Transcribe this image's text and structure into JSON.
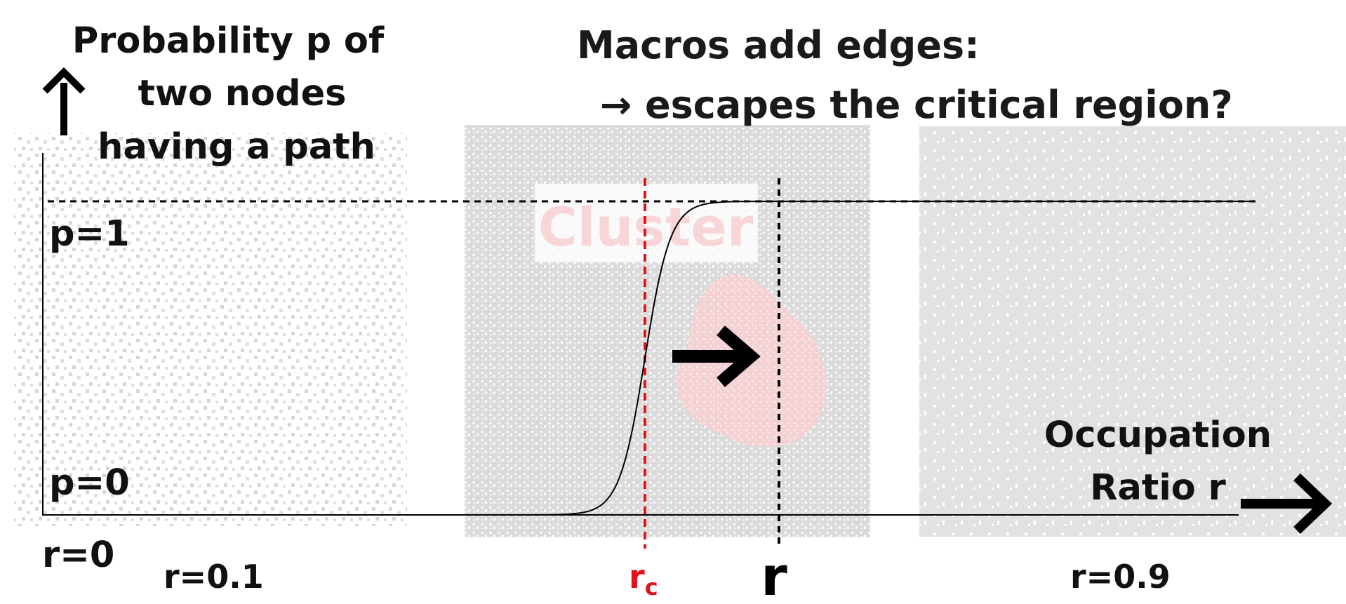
{
  "title": {
    "line1": "Macros add edges:",
    "line2": "→ escapes the critical region?"
  },
  "y_axis": {
    "label_lines": [
      "Probability p of",
      "two nodes",
      "having a path"
    ],
    "p_top": "p=1",
    "p_bottom": "p=0"
  },
  "x_axis": {
    "label_lines": [
      "Occupation",
      "Ratio r"
    ],
    "tick_r0": "r=0",
    "tick_r01": "r=0.1",
    "tick_rc_base": "r",
    "tick_rc_sub": "c",
    "tick_r": "r",
    "tick_r09": "r=0.9"
  },
  "panels": {
    "middle_label": "Cluster"
  },
  "colors": {
    "critical": "#e0141b",
    "curve": "#000000",
    "panel_gray": "#e3e3e3",
    "cluster_tint": "#f7c9cb"
  }
}
